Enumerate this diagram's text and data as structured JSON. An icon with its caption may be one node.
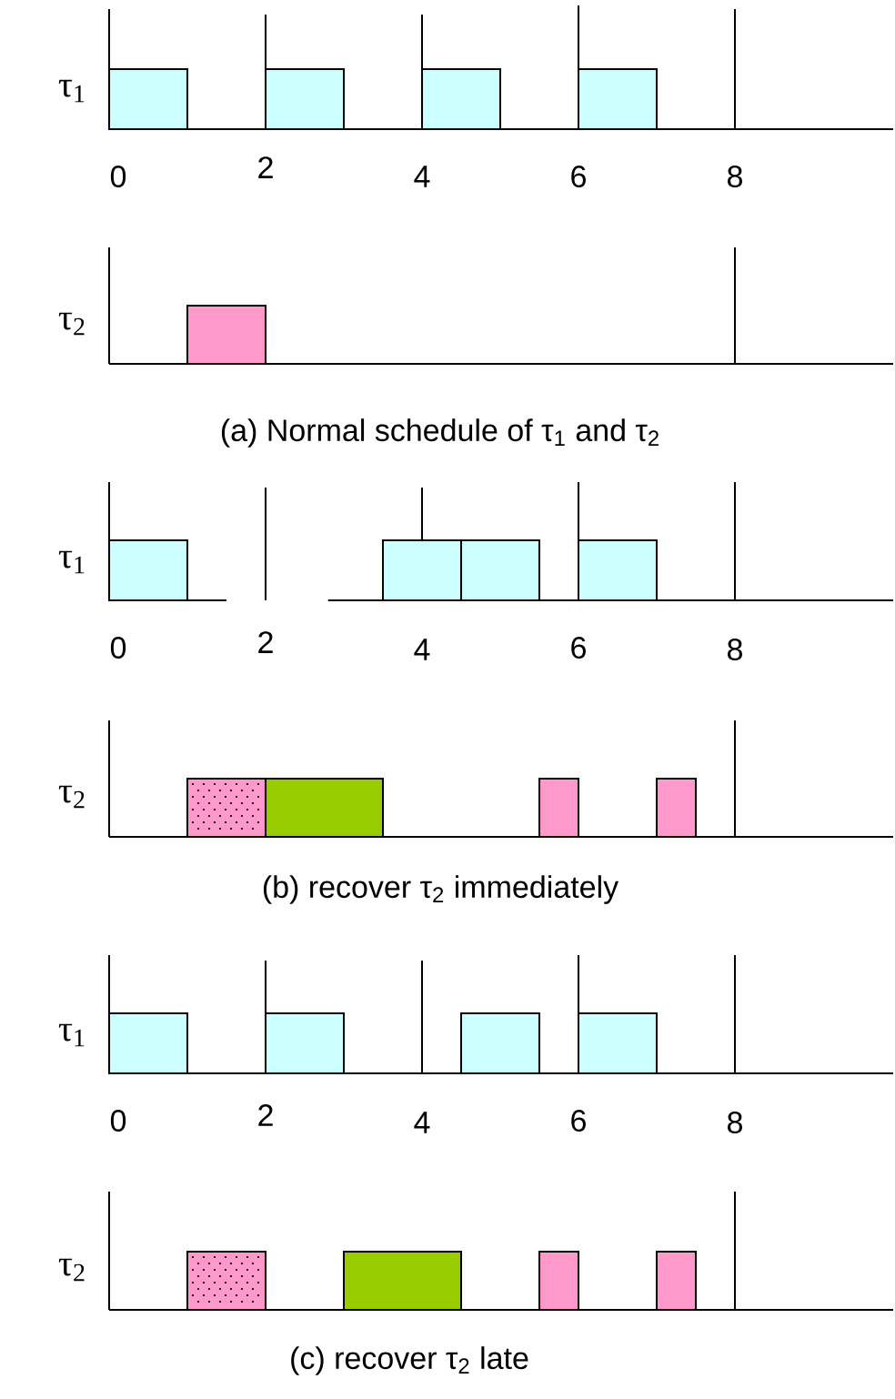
{
  "diagram": {
    "labels": [
      "τ$_{1}$",
      "0",
      "2",
      "4",
      "6",
      "8",
      "τ$_{2}$",
      "(a) Normal schedule of τ$_{1}$ and τ$_{2}$",
      "τ$_{1}$",
      "0",
      "2",
      "4",
      "6",
      "8",
      "τ$_{2}$",
      "(b)  recover τ$_{2}$  immediately",
      "τ$_{1}$",
      "0",
      "2",
      "4",
      "6",
      "8",
      "τ$_{2}$",
      "(c)  recover τ$_{2}$  late"
    ]
  }
}
